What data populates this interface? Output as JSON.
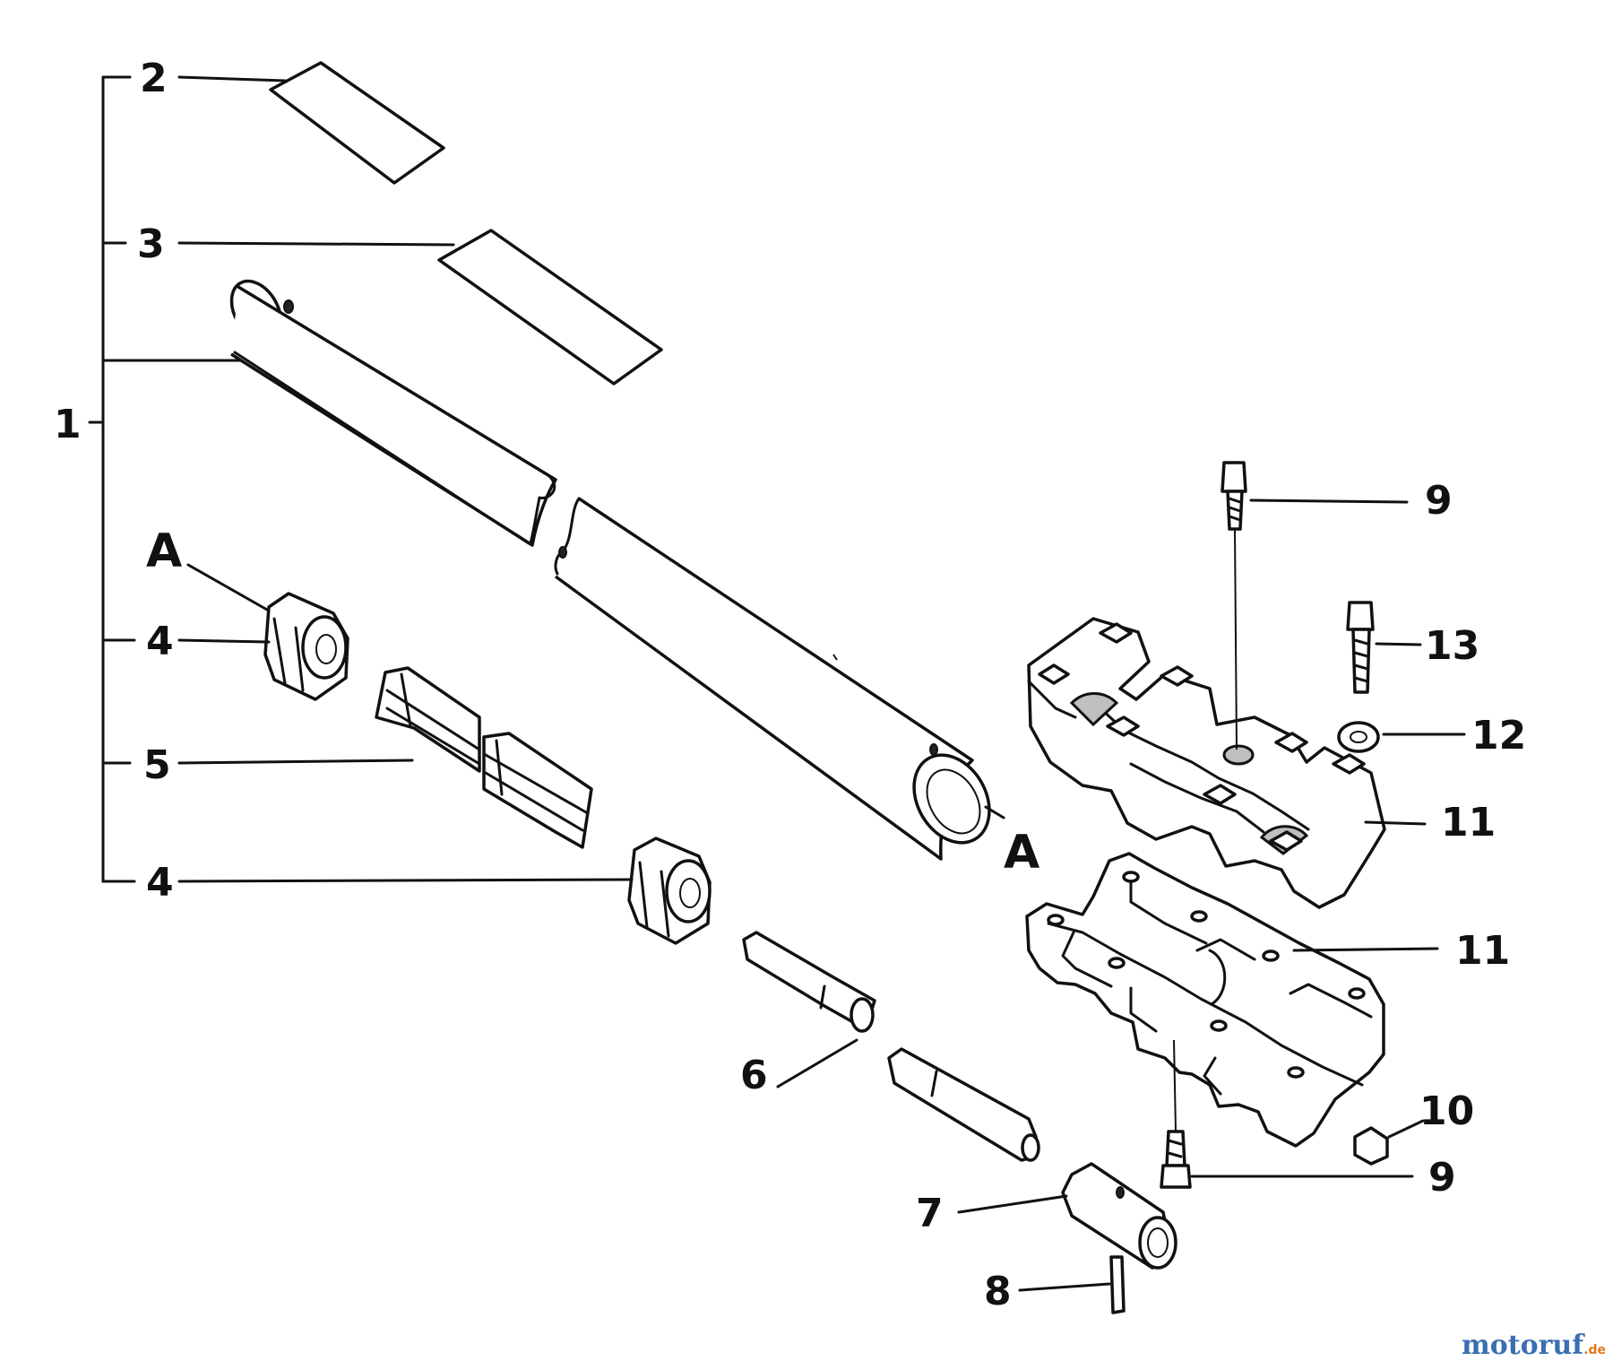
{
  "labels": {
    "l1": "1",
    "l2": "2",
    "l3": "3",
    "l4a": "4",
    "l4b": "4",
    "l5": "5",
    "l6": "6",
    "l7": "7",
    "l8": "8",
    "l9a": "9",
    "l9b": "9",
    "l10": "10",
    "l11a": "11",
    "l11b": "11",
    "l12": "12",
    "l13": "13",
    "refA1": "A",
    "refA2": "A"
  },
  "watermark": {
    "brand": "motoruf",
    "suffix": ".de"
  },
  "colors": {
    "ink": "#111111",
    "watermark_blue": "#3a6fb0",
    "watermark_orange": "#e07a1a"
  }
}
